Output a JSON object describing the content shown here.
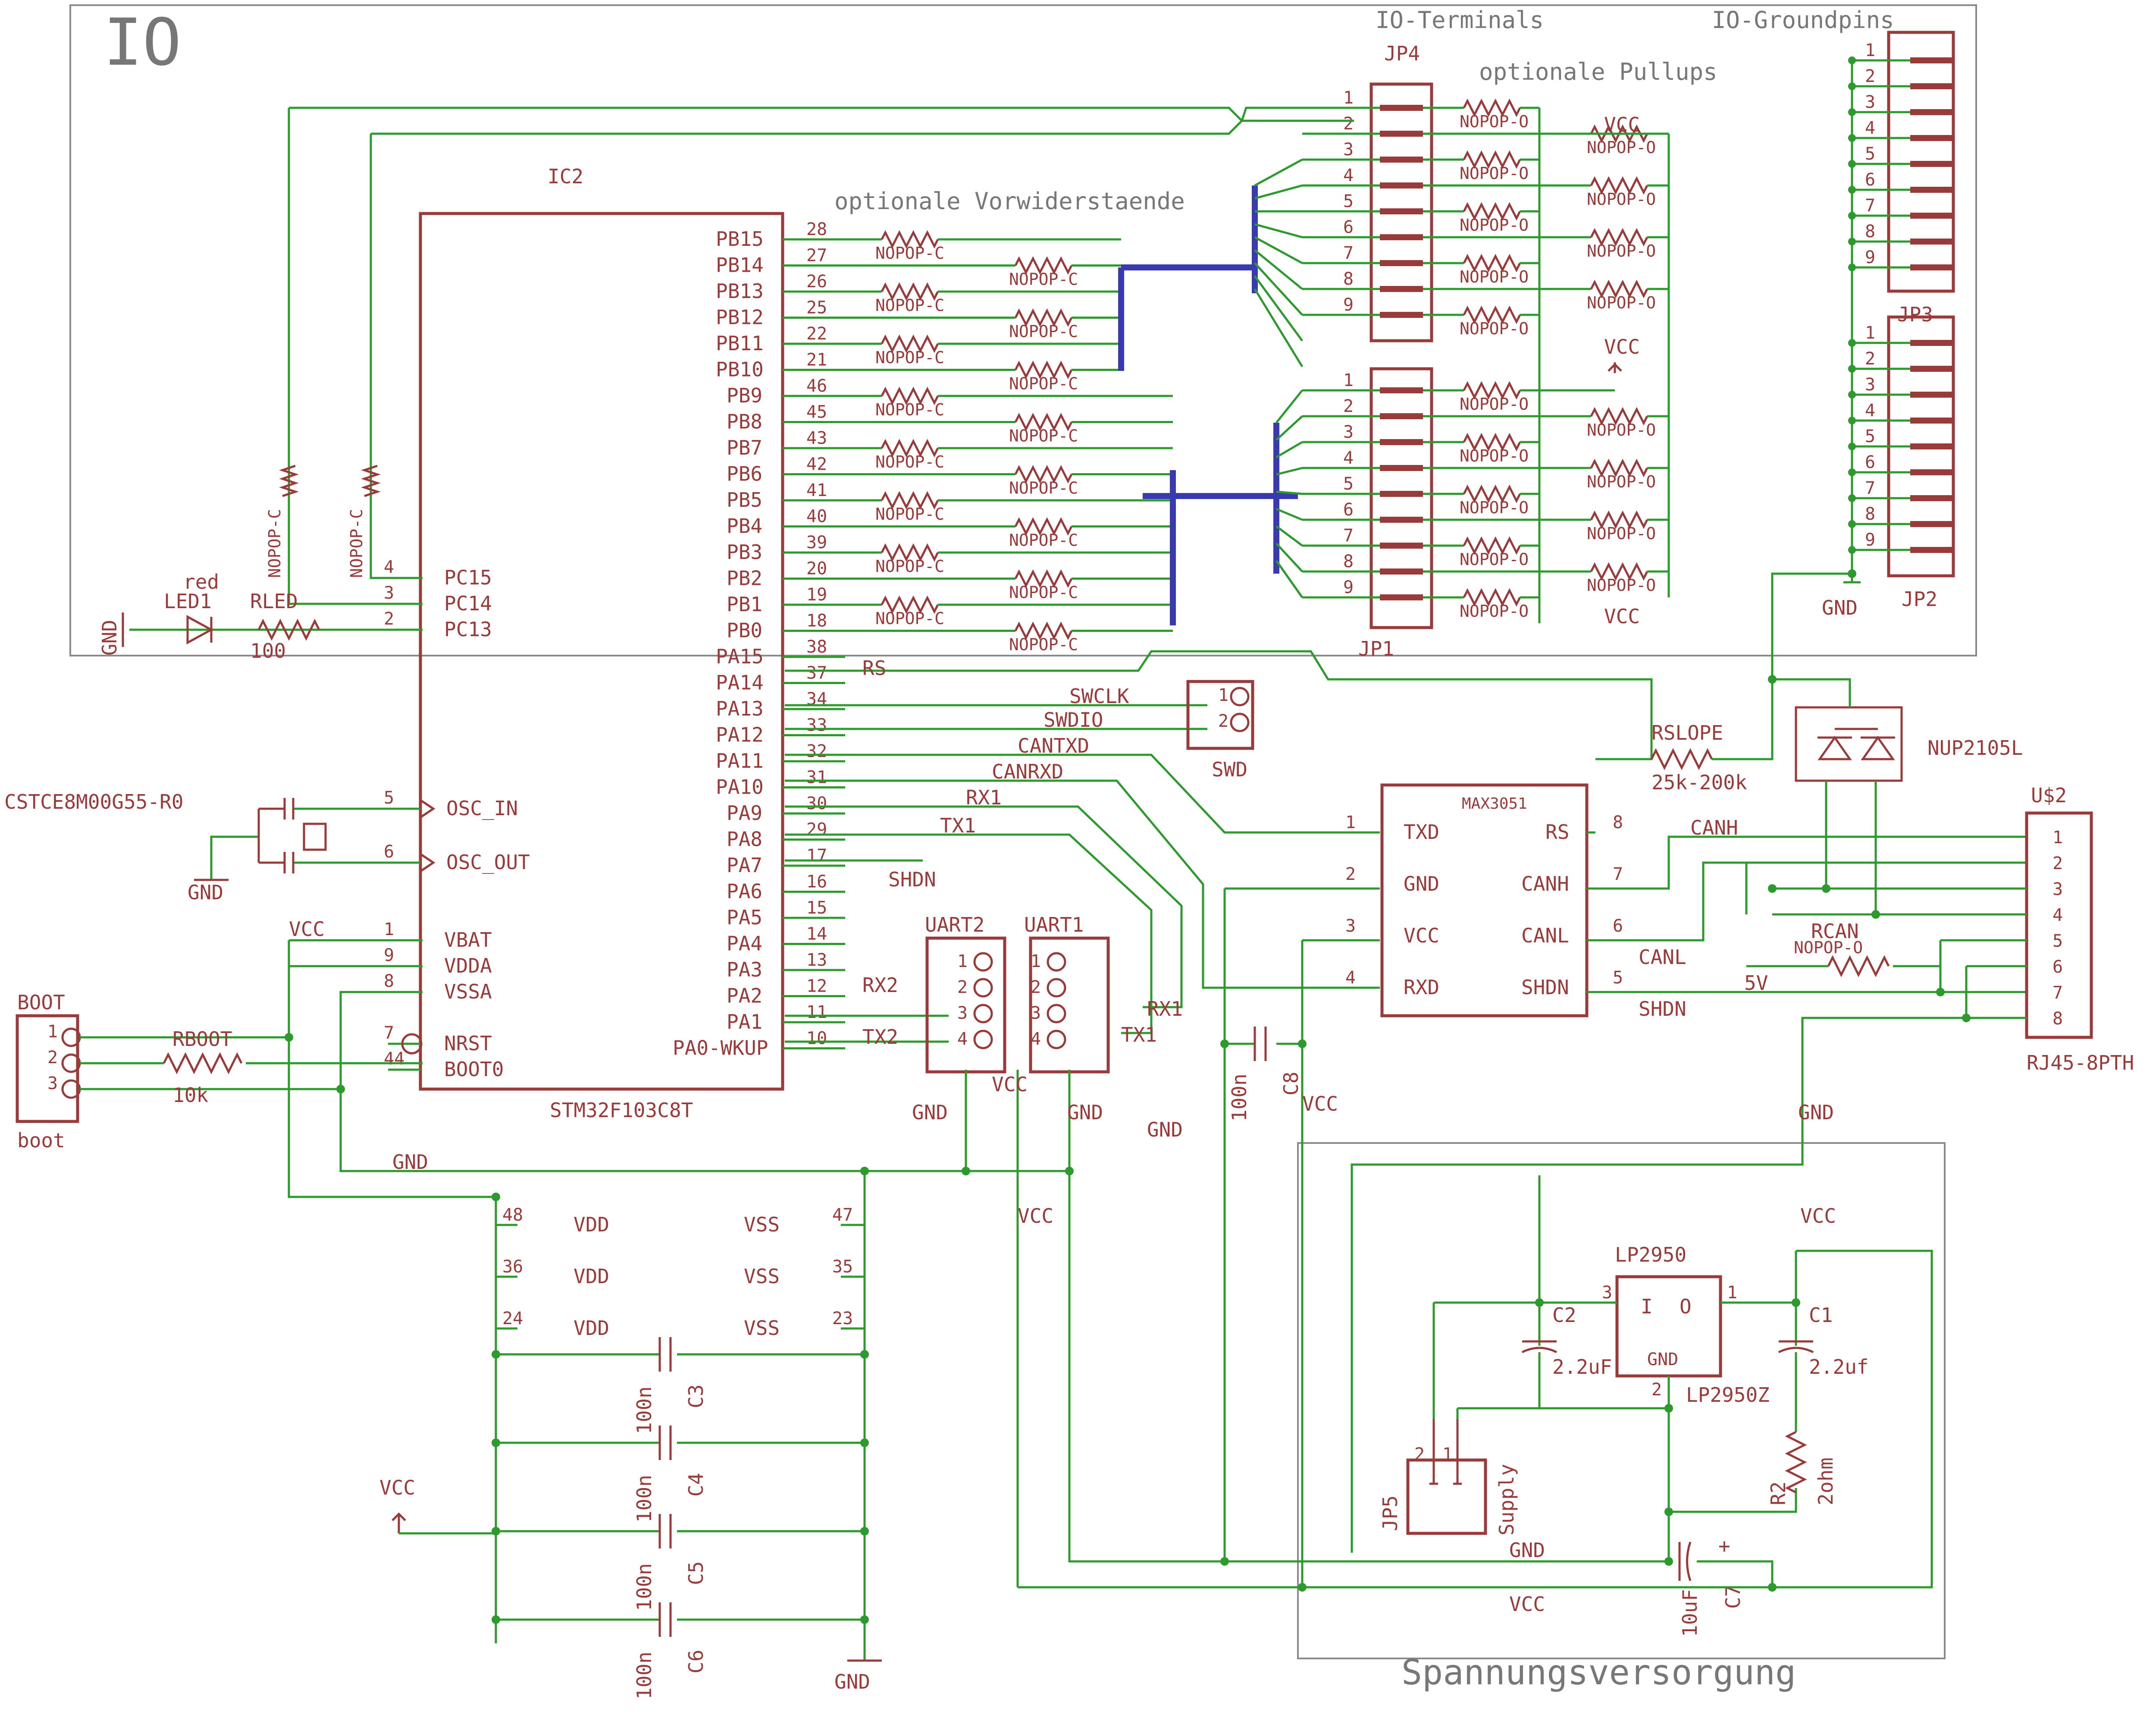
{
  "frames": {
    "io_title": "IO",
    "power_title": "Spannungsversorgung"
  },
  "headings": {
    "io_terminals": "IO-Terminals",
    "io_groundpins": "IO-Groundpins",
    "optionale_pullups": "optionale Pullups",
    "optionale_vorwiderstaende": "optionale Vorwiderstaende"
  },
  "mcu": {
    "name": "IC2",
    "value": "STM32F103C8T",
    "right_pins": [
      {
        "name": "PB15",
        "num": "28"
      },
      {
        "name": "PB14",
        "num": "27"
      },
      {
        "name": "PB13",
        "num": "26"
      },
      {
        "name": "PB12",
        "num": "25"
      },
      {
        "name": "PB11",
        "num": "22"
      },
      {
        "name": "PB10",
        "num": "21"
      },
      {
        "name": "PB9",
        "num": "46"
      },
      {
        "name": "PB8",
        "num": "45"
      },
      {
        "name": "PB7",
        "num": "43"
      },
      {
        "name": "PB6",
        "num": "42"
      },
      {
        "name": "PB5",
        "num": "41"
      },
      {
        "name": "PB4",
        "num": "40"
      },
      {
        "name": "PB3",
        "num": "39"
      },
      {
        "name": "PB2",
        "num": "20"
      },
      {
        "name": "PB1",
        "num": "19"
      },
      {
        "name": "PB0",
        "num": "18"
      },
      {
        "name": "PA15",
        "num": "38"
      },
      {
        "name": "PA14",
        "num": "37"
      },
      {
        "name": "PA13",
        "num": "34"
      },
      {
        "name": "PA12",
        "num": "33"
      },
      {
        "name": "PA11",
        "num": "32"
      },
      {
        "name": "PA10",
        "num": "31"
      },
      {
        "name": "PA9",
        "num": "30"
      },
      {
        "name": "PA8",
        "num": "29"
      },
      {
        "name": "PA7",
        "num": "17"
      },
      {
        "name": "PA6",
        "num": "16"
      },
      {
        "name": "PA5",
        "num": "15"
      },
      {
        "name": "PA4",
        "num": "14"
      },
      {
        "name": "PA3",
        "num": "13"
      },
      {
        "name": "PA2",
        "num": "12"
      },
      {
        "name": "PA1",
        "num": "11"
      },
      {
        "name": "PA0-WKUP",
        "num": "10"
      }
    ],
    "left_pins": [
      {
        "name": "PC15",
        "num": "4"
      },
      {
        "name": "PC14",
        "num": "3"
      },
      {
        "name": "PC13",
        "num": "2"
      },
      {
        "name": "OSC_IN",
        "num": "5"
      },
      {
        "name": "OSC_OUT",
        "num": "6"
      },
      {
        "name": "VBAT",
        "num": "1"
      },
      {
        "name": "VDDA",
        "num": "9"
      },
      {
        "name": "VSSA",
        "num": "8"
      },
      {
        "name": "NRST",
        "num": "7"
      },
      {
        "name": "BOOT0",
        "num": "44"
      }
    ],
    "power_pins_left": [
      {
        "name": "VDD",
        "num": "48"
      },
      {
        "name": "VDD",
        "num": "36"
      },
      {
        "name": "VDD",
        "num": "24"
      }
    ],
    "power_pins_right": [
      {
        "name": "VSS",
        "num": "47"
      },
      {
        "name": "VSS",
        "num": "35"
      },
      {
        "name": "VSS",
        "num": "23"
      }
    ]
  },
  "nets": {
    "rs": "RS",
    "swclk": "SWCLK",
    "swdio": "SWDIO",
    "cantxd": "CANTXD",
    "canrxd": "CANRXD",
    "rx1_a": "RX1",
    "tx1_a": "TX1",
    "shdn_a": "SHDN",
    "rx2": "RX2",
    "tx2": "TX2",
    "rx1_b": "RX1",
    "tx1_b": "TX1",
    "canh": "CANH",
    "canl": "CANL",
    "shdn_b": "SHDN",
    "five_v": "5V"
  },
  "resistor_value_c": "NOPOP-C",
  "resistor_value_o": "NOPOP-O",
  "jp4": {
    "name": "JP4",
    "pins": [
      "1",
      "2",
      "3",
      "4",
      "5",
      "6",
      "7",
      "8",
      "9"
    ]
  },
  "jp1": {
    "name": "JP1",
    "pins": [
      "1",
      "2",
      "3",
      "4",
      "5",
      "6",
      "7",
      "8",
      "9"
    ]
  },
  "jp3": {
    "name": "JP3",
    "pins": [
      "1",
      "2",
      "3",
      "4",
      "5",
      "6",
      "7",
      "8",
      "9"
    ]
  },
  "jp2": {
    "name": "JP2",
    "pins": [
      "1",
      "2",
      "3",
      "4",
      "5",
      "6",
      "7",
      "8",
      "9"
    ]
  },
  "led": {
    "color": "red",
    "name": "LED1"
  },
  "rled": {
    "name": "RLED",
    "value": "100"
  },
  "crystal": {
    "name": "CSTCE8M00G55-R0"
  },
  "boot": {
    "name": "BOOT",
    "value": "boot",
    "pins": [
      "1",
      "2",
      "3"
    ]
  },
  "rboot": {
    "name": "RBOOT",
    "value": "10k"
  },
  "swd": {
    "name": "SWD",
    "pins": [
      "1",
      "2"
    ]
  },
  "uart2": {
    "name": "UART2",
    "pins": [
      "1",
      "2",
      "3",
      "4"
    ]
  },
  "uart1": {
    "name": "UART1",
    "pins": [
      "1",
      "2",
      "3",
      "4"
    ]
  },
  "transceiver": {
    "name": "MAX3051",
    "left_pins": [
      {
        "name": "TXD",
        "num": "1"
      },
      {
        "name": "GND",
        "num": "2"
      },
      {
        "name": "VCC",
        "num": "3"
      },
      {
        "name": "RXD",
        "num": "4"
      }
    ],
    "right_pins": [
      {
        "name": "RS",
        "num": "8"
      },
      {
        "name": "CANH",
        "num": "7"
      },
      {
        "name": "CANL",
        "num": "6"
      },
      {
        "name": "SHDN",
        "num": "5"
      }
    ]
  },
  "rslope": {
    "name": "RSLOPE",
    "value": "25k-200k"
  },
  "tvs": {
    "name": "NUP2105L"
  },
  "rj45": {
    "name": "U$2",
    "value": "RJ45-8PTH",
    "pins": [
      "1",
      "2",
      "3",
      "4",
      "5",
      "6",
      "7",
      "8"
    ]
  },
  "rcan": {
    "name": "RCAN",
    "value": "NOPOP-O"
  },
  "c8": {
    "name": "C8",
    "value": "100n"
  },
  "decoupling": [
    {
      "name": "C3",
      "value": "100n"
    },
    {
      "name": "C4",
      "value": "100n"
    },
    {
      "name": "C5",
      "value": "100n"
    },
    {
      "name": "C6",
      "value": "100n"
    }
  ],
  "regulator": {
    "name": "LP2950",
    "value": "LP2950Z",
    "pin_in": "I",
    "pin_out": "O",
    "pin_gnd": "GND",
    "num_in": "3",
    "num_out": "1",
    "num_gnd": "2"
  },
  "c2": {
    "name": "C2",
    "value": "2.2uF"
  },
  "c1": {
    "name": "C1",
    "value": "2.2uf"
  },
  "r2": {
    "name": "R2",
    "value": "2ohm"
  },
  "jp5": {
    "name": "JP5",
    "value": "Supply",
    "pins": [
      "2",
      "1"
    ]
  },
  "c7": {
    "name": "C7",
    "value": "10uF"
  },
  "supplies": {
    "vcc": "VCC",
    "gnd": "GND"
  }
}
